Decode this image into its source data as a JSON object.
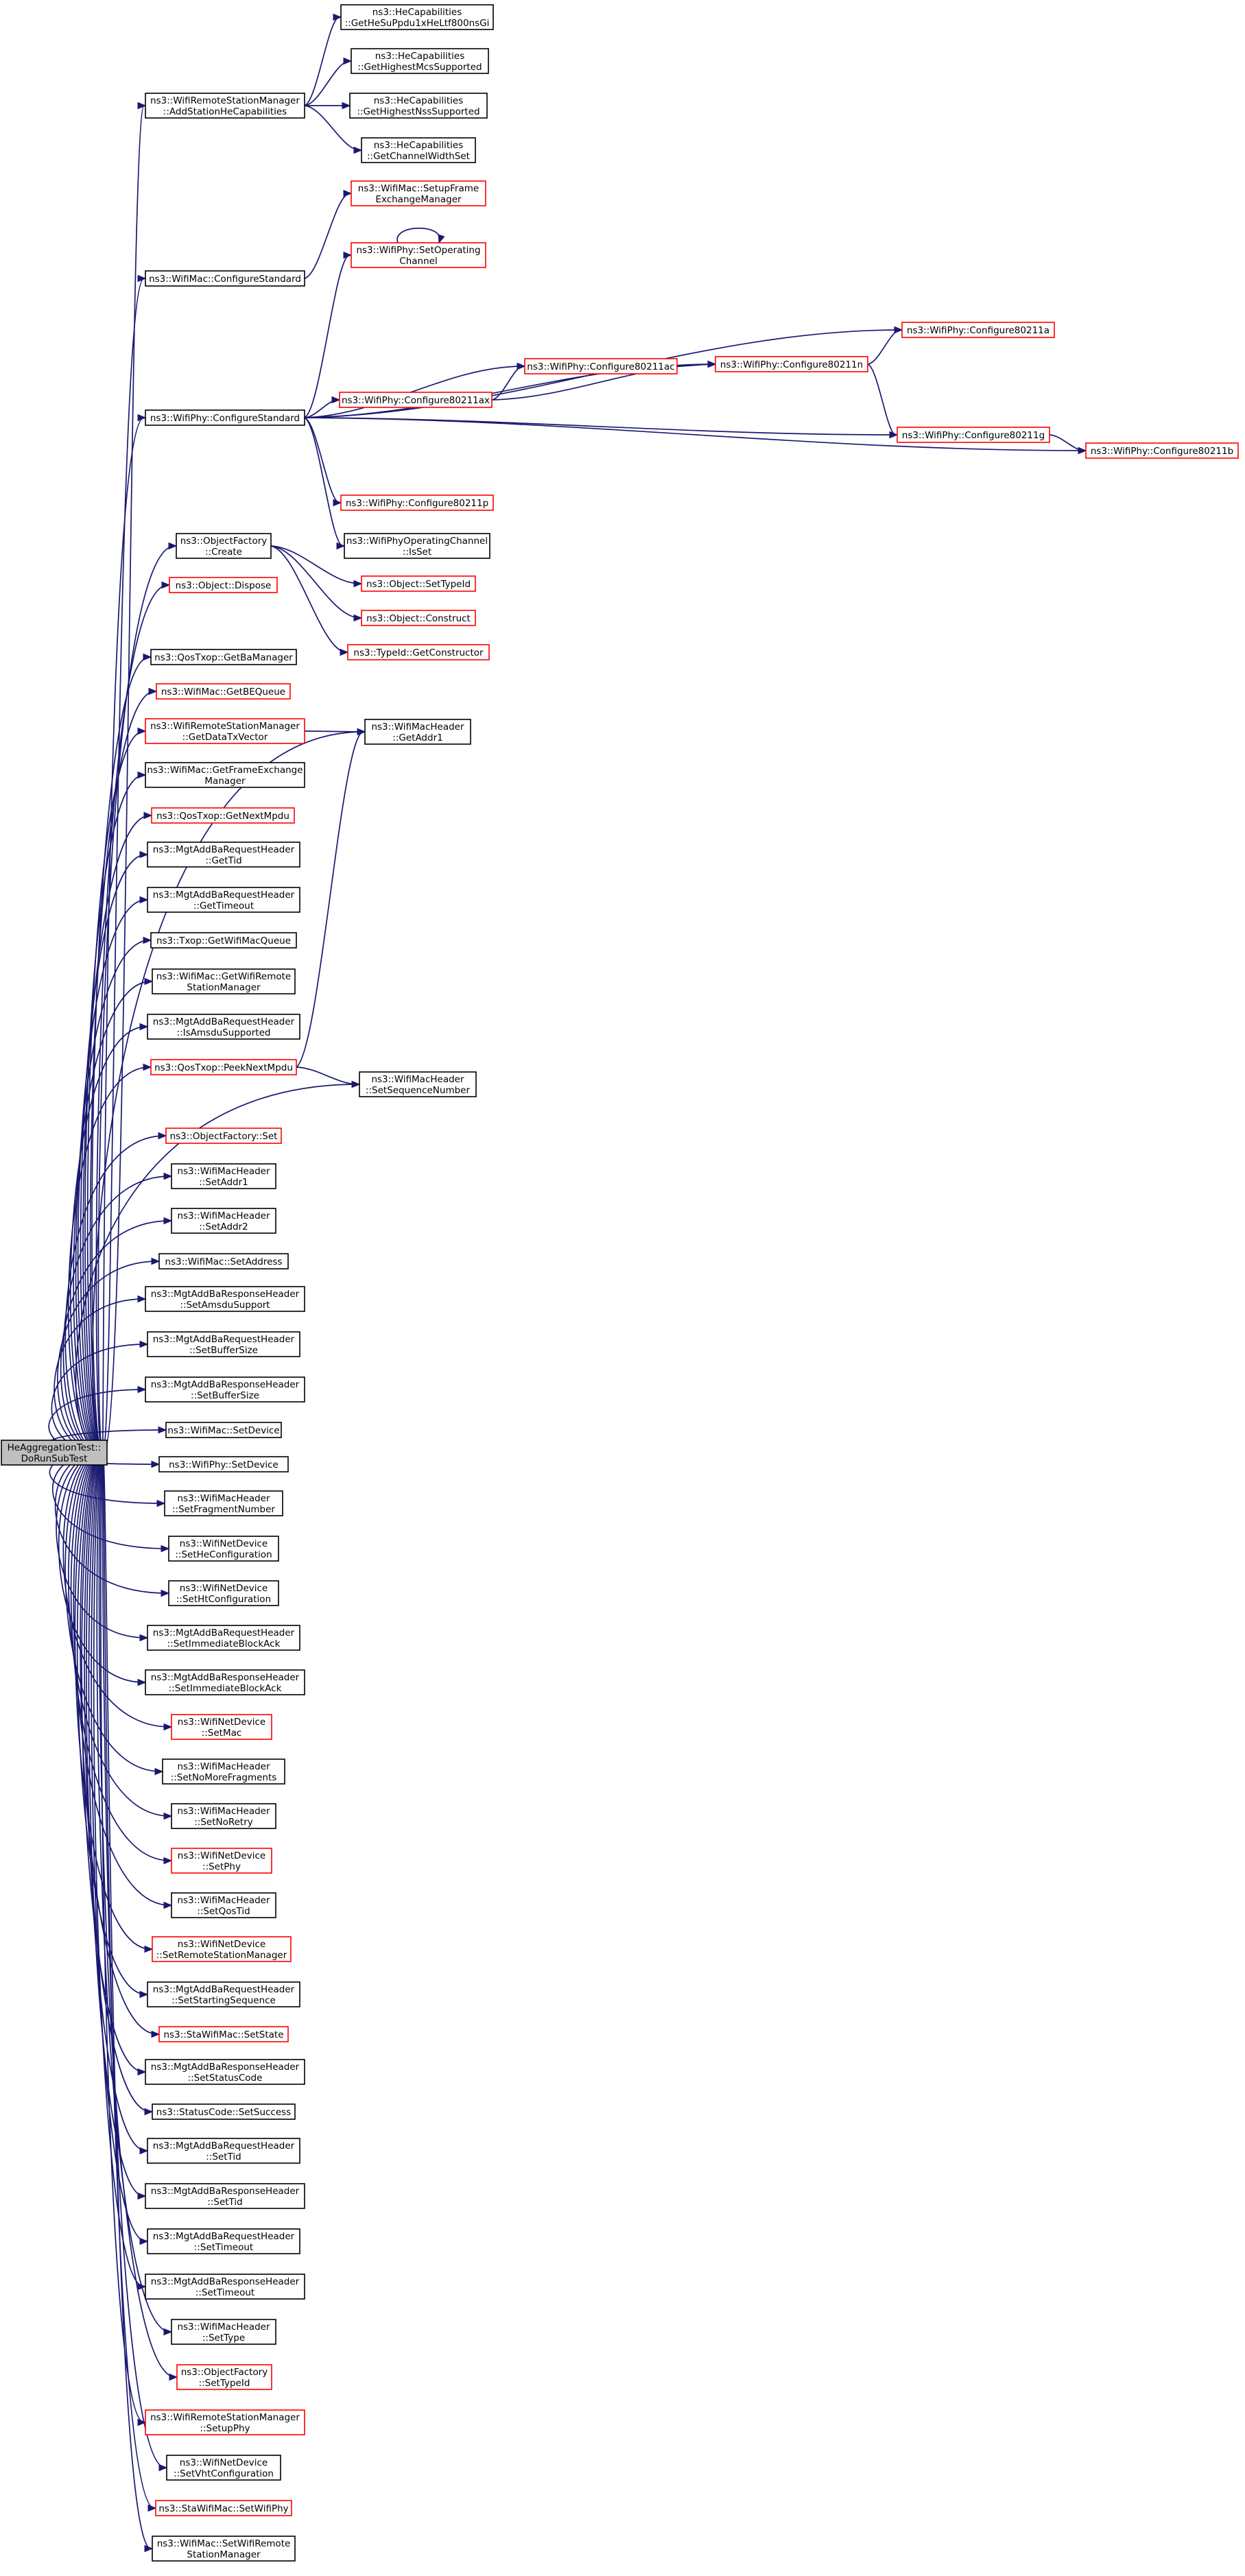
{
  "colors": {
    "edge": "#191970",
    "root_fill": "#bfbfbf",
    "normal_border": "#000000",
    "linked_border": "#ff0000",
    "node_fill": "#ffffff"
  },
  "nodes": [
    {
      "id": "root",
      "lines": [
        "HeAggregationTest::",
        "DoRunSubTest"
      ],
      "style": "root"
    },
    {
      "id": "addHeCap",
      "lines": [
        "ns3::WifiRemoteStationManager",
        "::AddStationHeCapabilities"
      ],
      "style": "normal"
    },
    {
      "id": "heGetSu",
      "lines": [
        "ns3::HeCapabilities",
        "::GetHeSuPpdu1xHeLtf800nsGi"
      ],
      "style": "normal"
    },
    {
      "id": "heGetMcs",
      "lines": [
        "ns3::HeCapabilities",
        "::GetHighestMcsSupported"
      ],
      "style": "normal"
    },
    {
      "id": "heGetNss",
      "lines": [
        "ns3::HeCapabilities",
        "::GetHighestNssSupported"
      ],
      "style": "normal"
    },
    {
      "id": "heGetCw",
      "lines": [
        "ns3::HeCapabilities",
        "::GetChannelWidthSet"
      ],
      "style": "normal"
    },
    {
      "id": "setupFem",
      "lines": [
        "ns3::WifiMac::SetupFrame",
        "ExchangeManager"
      ],
      "style": "linked"
    },
    {
      "id": "macCfgStd",
      "lines": [
        "ns3::WifiMac::ConfigureStandard"
      ],
      "style": "normal"
    },
    {
      "id": "setOpCh",
      "lines": [
        "ns3::WifiPhy::SetOperating",
        "Channel"
      ],
      "style": "linked"
    },
    {
      "id": "cfg11a",
      "lines": [
        "ns3::WifiPhy::Configure80211a"
      ],
      "style": "linked"
    },
    {
      "id": "cfg11ac",
      "lines": [
        "ns3::WifiPhy::Configure80211ac"
      ],
      "style": "linked"
    },
    {
      "id": "cfg11n",
      "lines": [
        "ns3::WifiPhy::Configure80211n"
      ],
      "style": "linked"
    },
    {
      "id": "cfg11ax",
      "lines": [
        "ns3::WifiPhy::Configure80211ax"
      ],
      "style": "linked"
    },
    {
      "id": "phyCfgStd",
      "lines": [
        "ns3::WifiPhy::ConfigureStandard"
      ],
      "style": "normal"
    },
    {
      "id": "cfg11g",
      "lines": [
        "ns3::WifiPhy::Configure80211g"
      ],
      "style": "linked"
    },
    {
      "id": "cfg11b",
      "lines": [
        "ns3::WifiPhy::Configure80211b"
      ],
      "style": "linked"
    },
    {
      "id": "cfg11p",
      "lines": [
        "ns3::WifiPhy::Configure80211p"
      ],
      "style": "linked"
    },
    {
      "id": "opChIsSet",
      "lines": [
        "ns3::WifiPhyOperatingChannel",
        "::IsSet"
      ],
      "style": "normal"
    },
    {
      "id": "ofCreate",
      "lines": [
        "ns3::ObjectFactory",
        "::Create"
      ],
      "style": "normal"
    },
    {
      "id": "objSetTypeId",
      "lines": [
        "ns3::Object::SetTypeId"
      ],
      "style": "linked"
    },
    {
      "id": "objDispose",
      "lines": [
        "ns3::Object::Dispose"
      ],
      "style": "linked"
    },
    {
      "id": "objConstruct",
      "lines": [
        "ns3::Object::Construct"
      ],
      "style": "linked"
    },
    {
      "id": "typeIdGetCtor",
      "lines": [
        "ns3::TypeId::GetConstructor"
      ],
      "style": "linked"
    },
    {
      "id": "getBaMgr",
      "lines": [
        "ns3::QosTxop::GetBaManager"
      ],
      "style": "normal"
    },
    {
      "id": "getBEQueue",
      "lines": [
        "ns3::WifiMac::GetBEQueue"
      ],
      "style": "linked"
    },
    {
      "id": "getDataTxVec",
      "lines": [
        "ns3::WifiRemoteStationManager",
        "::GetDataTxVector"
      ],
      "style": "linked"
    },
    {
      "id": "getAddr1",
      "lines": [
        "ns3::WifiMacHeader",
        "::GetAddr1"
      ],
      "style": "normal"
    },
    {
      "id": "getFem",
      "lines": [
        "ns3::WifiMac::GetFrameExchange",
        "Manager"
      ],
      "style": "normal"
    },
    {
      "id": "getNextMpdu",
      "lines": [
        "ns3::QosTxop::GetNextMpdu"
      ],
      "style": "linked"
    },
    {
      "id": "reqGetTid",
      "lines": [
        "ns3::MgtAddBaRequestHeader",
        "::GetTid"
      ],
      "style": "normal"
    },
    {
      "id": "reqGetTimeout",
      "lines": [
        "ns3::MgtAddBaRequestHeader",
        "::GetTimeout"
      ],
      "style": "normal"
    },
    {
      "id": "getMacQueue",
      "lines": [
        "ns3::Txop::GetWifiMacQueue"
      ],
      "style": "normal"
    },
    {
      "id": "getRsm",
      "lines": [
        "ns3::WifiMac::GetWifiRemote",
        "StationManager"
      ],
      "style": "normal"
    },
    {
      "id": "reqIsAmsdu",
      "lines": [
        "ns3::MgtAddBaRequestHeader",
        "::IsAmsduSupported"
      ],
      "style": "normal"
    },
    {
      "id": "peekNextMpdu",
      "lines": [
        "ns3::QosTxop::PeekNextMpdu"
      ],
      "style": "linked"
    },
    {
      "id": "setSeqNum",
      "lines": [
        "ns3::WifiMacHeader",
        "::SetSequenceNumber"
      ],
      "style": "normal"
    },
    {
      "id": "ofSet",
      "lines": [
        "ns3::ObjectFactory::Set"
      ],
      "style": "linked"
    },
    {
      "id": "setAddr1",
      "lines": [
        "ns3::WifiMacHeader",
        "::SetAddr1"
      ],
      "style": "normal"
    },
    {
      "id": "setAddr2",
      "lines": [
        "ns3::WifiMacHeader",
        "::SetAddr2"
      ],
      "style": "normal"
    },
    {
      "id": "setAddress",
      "lines": [
        "ns3::WifiMac::SetAddress"
      ],
      "style": "normal"
    },
    {
      "id": "respSetAmsdu",
      "lines": [
        "ns3::MgtAddBaResponseHeader",
        "::SetAmsduSupport"
      ],
      "style": "normal"
    },
    {
      "id": "reqSetBuf",
      "lines": [
        "ns3::MgtAddBaRequestHeader",
        "::SetBufferSize"
      ],
      "style": "normal"
    },
    {
      "id": "respSetBuf",
      "lines": [
        "ns3::MgtAddBaResponseHeader",
        "::SetBufferSize"
      ],
      "style": "normal"
    },
    {
      "id": "macSetDevice",
      "lines": [
        "ns3::WifiMac::SetDevice"
      ],
      "style": "normal"
    },
    {
      "id": "phySetDevice",
      "lines": [
        "ns3::WifiPhy::SetDevice"
      ],
      "style": "normal"
    },
    {
      "id": "setFragNum",
      "lines": [
        "ns3::WifiMacHeader",
        "::SetFragmentNumber"
      ],
      "style": "normal"
    },
    {
      "id": "setHeCfg",
      "lines": [
        "ns3::WifiNetDevice",
        "::SetHeConfiguration"
      ],
      "style": "normal"
    },
    {
      "id": "setHtCfg",
      "lines": [
        "ns3::WifiNetDevice",
        "::SetHtConfiguration"
      ],
      "style": "normal"
    },
    {
      "id": "reqSetImm",
      "lines": [
        "ns3::MgtAddBaRequestHeader",
        "::SetImmediateBlockAck"
      ],
      "style": "normal"
    },
    {
      "id": "respSetImm",
      "lines": [
        "ns3::MgtAddBaResponseHeader",
        "::SetImmediateBlockAck"
      ],
      "style": "normal"
    },
    {
      "id": "devSetMac",
      "lines": [
        "ns3::WifiNetDevice",
        "::SetMac"
      ],
      "style": "linked"
    },
    {
      "id": "setNoMoreFrag",
      "lines": [
        "ns3::WifiMacHeader",
        "::SetNoMoreFragments"
      ],
      "style": "normal"
    },
    {
      "id": "setNoRetry",
      "lines": [
        "ns3::WifiMacHeader",
        "::SetNoRetry"
      ],
      "style": "normal"
    },
    {
      "id": "devSetPhy",
      "lines": [
        "ns3::WifiNetDevice",
        "::SetPhy"
      ],
      "style": "linked"
    },
    {
      "id": "setQosTid",
      "lines": [
        "ns3::WifiMacHeader",
        "::SetQosTid"
      ],
      "style": "normal"
    },
    {
      "id": "devSetRsm",
      "lines": [
        "ns3::WifiNetDevice",
        "::SetRemoteStationManager"
      ],
      "style": "linked"
    },
    {
      "id": "reqSetStartSeq",
      "lines": [
        "ns3::MgtAddBaRequestHeader",
        "::SetStartingSequence"
      ],
      "style": "normal"
    },
    {
      "id": "staSetState",
      "lines": [
        "ns3::StaWifiMac::SetState"
      ],
      "style": "linked"
    },
    {
      "id": "respSetStatus",
      "lines": [
        "ns3::MgtAddBaResponseHeader",
        "::SetStatusCode"
      ],
      "style": "normal"
    },
    {
      "id": "statusSetSuccess",
      "lines": [
        "ns3::StatusCode::SetSuccess"
      ],
      "style": "normal"
    },
    {
      "id": "reqSetTid",
      "lines": [
        "ns3::MgtAddBaRequestHeader",
        "::SetTid"
      ],
      "style": "normal"
    },
    {
      "id": "respSetTid",
      "lines": [
        "ns3::MgtAddBaResponseHeader",
        "::SetTid"
      ],
      "style": "normal"
    },
    {
      "id": "reqSetTimeout",
      "lines": [
        "ns3::MgtAddBaRequestHeader",
        "::SetTimeout"
      ],
      "style": "normal"
    },
    {
      "id": "respSetTimeout",
      "lines": [
        "ns3::MgtAddBaResponseHeader",
        "::SetTimeout"
      ],
      "style": "normal"
    },
    {
      "id": "setType",
      "lines": [
        "ns3::WifiMacHeader",
        "::SetType"
      ],
      "style": "normal"
    },
    {
      "id": "ofSetTypeId",
      "lines": [
        "ns3::ObjectFactory",
        "::SetTypeId"
      ],
      "style": "linked"
    },
    {
      "id": "rsmSetupPhy",
      "lines": [
        "ns3::WifiRemoteStationManager",
        "::SetupPhy"
      ],
      "style": "linked"
    },
    {
      "id": "setVhtCfg",
      "lines": [
        "ns3::WifiNetDevice",
        "::SetVhtConfiguration"
      ],
      "style": "normal"
    },
    {
      "id": "staSetPhy",
      "lines": [
        "ns3::StaWifiMac::SetWifiPhy"
      ],
      "style": "linked"
    },
    {
      "id": "macSetRsm",
      "lines": [
        "ns3::WifiMac::SetWifiRemote",
        "StationManager"
      ],
      "style": "normal"
    }
  ],
  "edges": [
    [
      "root",
      "addHeCap"
    ],
    [
      "root",
      "macCfgStd"
    ],
    [
      "root",
      "phyCfgStd"
    ],
    [
      "root",
      "ofCreate"
    ],
    [
      "root",
      "objDispose"
    ],
    [
      "root",
      "getAddr1"
    ],
    [
      "root",
      "getBaMgr"
    ],
    [
      "root",
      "getBEQueue"
    ],
    [
      "root",
      "getDataTxVec"
    ],
    [
      "root",
      "getFem"
    ],
    [
      "root",
      "getNextMpdu"
    ],
    [
      "root",
      "reqGetTid"
    ],
    [
      "root",
      "reqGetTimeout"
    ],
    [
      "root",
      "getMacQueue"
    ],
    [
      "root",
      "getRsm"
    ],
    [
      "root",
      "reqIsAmsdu"
    ],
    [
      "root",
      "peekNextMpdu"
    ],
    [
      "root",
      "setSeqNum"
    ],
    [
      "root",
      "ofSet"
    ],
    [
      "root",
      "setAddr1"
    ],
    [
      "root",
      "setAddr2"
    ],
    [
      "root",
      "setAddress"
    ],
    [
      "root",
      "respSetAmsdu"
    ],
    [
      "root",
      "reqSetBuf"
    ],
    [
      "root",
      "respSetBuf"
    ],
    [
      "root",
      "macSetDevice"
    ],
    [
      "root",
      "phySetDevice"
    ],
    [
      "root",
      "setFragNum"
    ],
    [
      "root",
      "setHeCfg"
    ],
    [
      "root",
      "setHtCfg"
    ],
    [
      "root",
      "reqSetImm"
    ],
    [
      "root",
      "respSetImm"
    ],
    [
      "root",
      "devSetMac"
    ],
    [
      "root",
      "setNoMoreFrag"
    ],
    [
      "root",
      "setNoRetry"
    ],
    [
      "root",
      "devSetPhy"
    ],
    [
      "root",
      "setQosTid"
    ],
    [
      "root",
      "devSetRsm"
    ],
    [
      "root",
      "reqSetStartSeq"
    ],
    [
      "root",
      "staSetState"
    ],
    [
      "root",
      "respSetStatus"
    ],
    [
      "root",
      "statusSetSuccess"
    ],
    [
      "root",
      "reqSetTid"
    ],
    [
      "root",
      "respSetTid"
    ],
    [
      "root",
      "reqSetTimeout"
    ],
    [
      "root",
      "respSetTimeout"
    ],
    [
      "root",
      "setType"
    ],
    [
      "root",
      "ofSetTypeId"
    ],
    [
      "root",
      "rsmSetupPhy"
    ],
    [
      "root",
      "setVhtCfg"
    ],
    [
      "root",
      "staSetPhy"
    ],
    [
      "root",
      "macSetRsm"
    ],
    [
      "addHeCap",
      "heGetSu"
    ],
    [
      "addHeCap",
      "heGetMcs"
    ],
    [
      "addHeCap",
      "heGetNss"
    ],
    [
      "addHeCap",
      "heGetCw"
    ],
    [
      "macCfgStd",
      "setupFem"
    ],
    [
      "phyCfgStd",
      "setOpCh"
    ],
    [
      "phyCfgStd",
      "cfg11a"
    ],
    [
      "phyCfgStd",
      "cfg11ac"
    ],
    [
      "phyCfgStd",
      "cfg11n"
    ],
    [
      "phyCfgStd",
      "cfg11ax"
    ],
    [
      "phyCfgStd",
      "cfg11g"
    ],
    [
      "phyCfgStd",
      "cfg11b"
    ],
    [
      "phyCfgStd",
      "cfg11p"
    ],
    [
      "phyCfgStd",
      "opChIsSet"
    ],
    [
      "setOpCh",
      "setOpCh"
    ],
    [
      "cfg11ac",
      "cfg11n"
    ],
    [
      "cfg11ax",
      "cfg11ac"
    ],
    [
      "cfg11ax",
      "cfg11n"
    ],
    [
      "cfg11n",
      "cfg11a"
    ],
    [
      "cfg11n",
      "cfg11g"
    ],
    [
      "cfg11g",
      "cfg11b"
    ],
    [
      "ofCreate",
      "objSetTypeId"
    ],
    [
      "ofCreate",
      "objConstruct"
    ],
    [
      "ofCreate",
      "typeIdGetCtor"
    ],
    [
      "getDataTxVec",
      "getAddr1"
    ],
    [
      "peekNextMpdu",
      "getAddr1"
    ],
    [
      "peekNextMpdu",
      "setSeqNum"
    ]
  ]
}
